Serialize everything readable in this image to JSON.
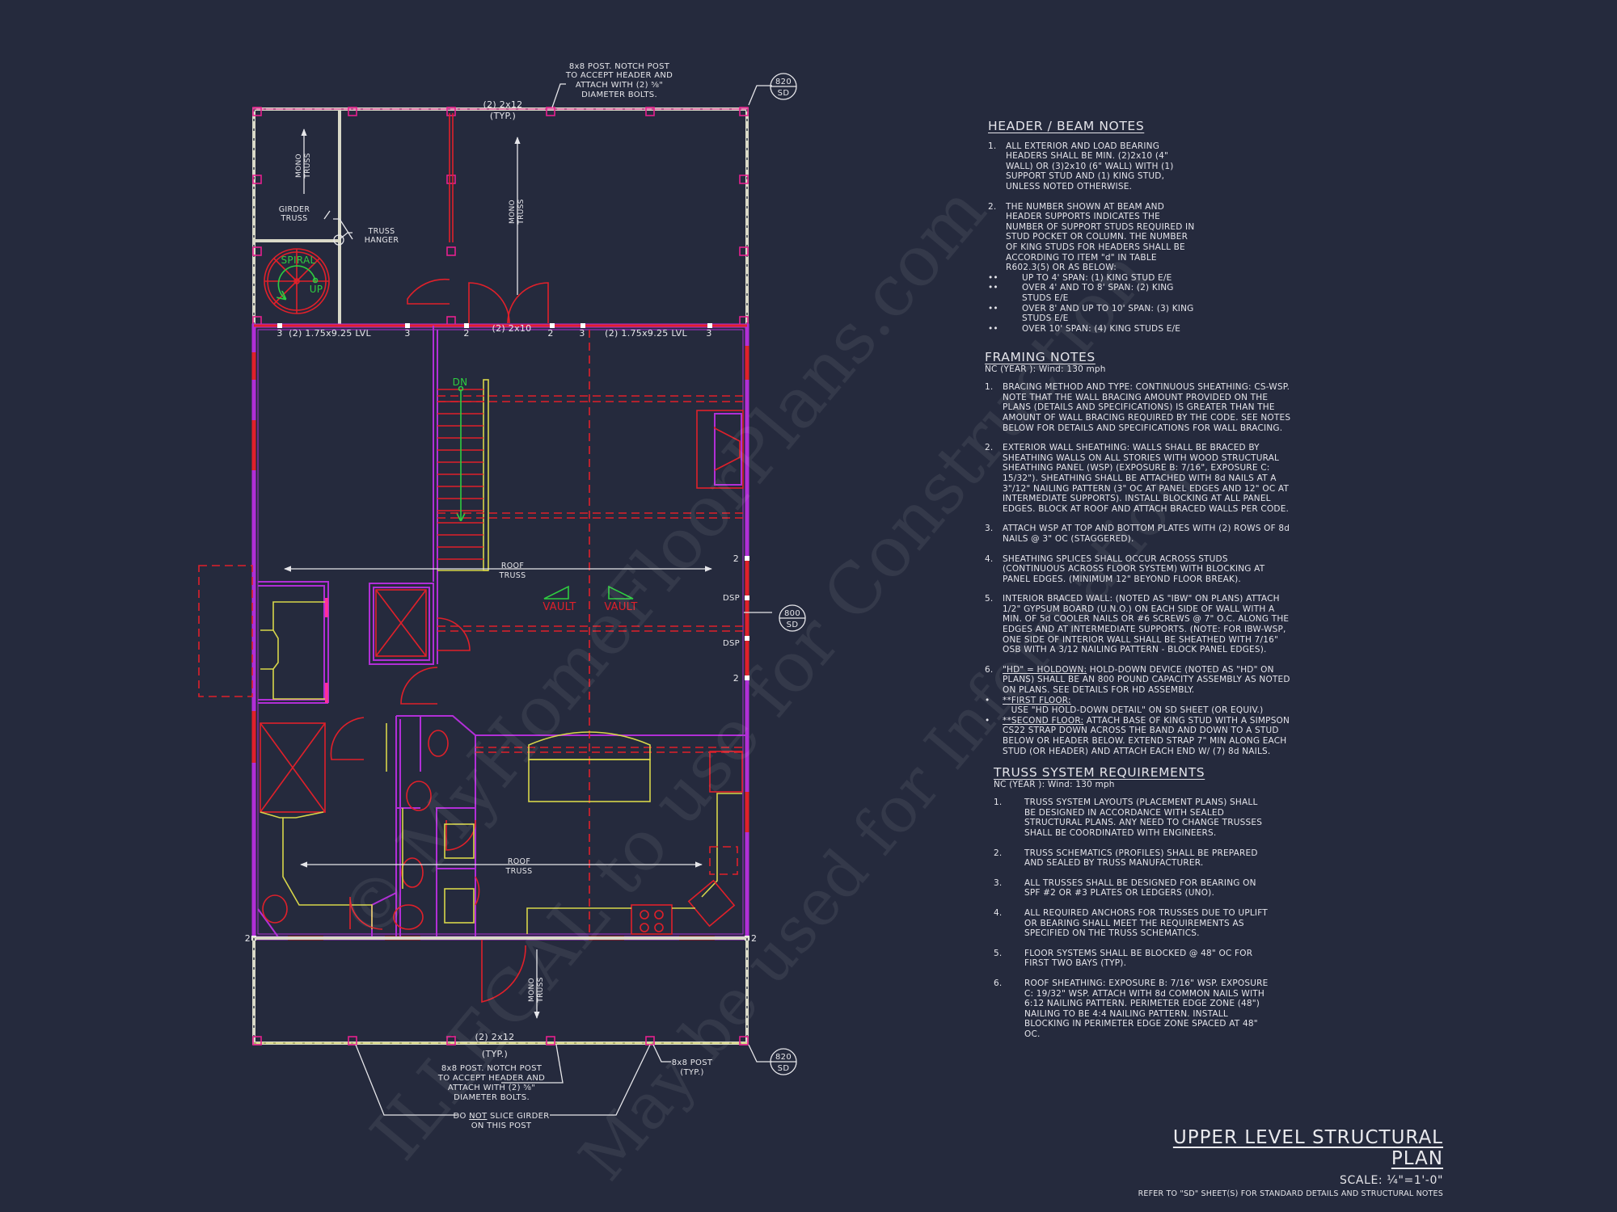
{
  "sheet": {
    "title": "UPPER LEVEL STRUCTURAL PLAN",
    "scale": "SCALE: ¼\"=1'-0\"",
    "reference": "REFER TO \"SD\" SHEET(S) FOR STANDARD DETAILS AND STRUCTURAL NOTES"
  },
  "colors": {
    "background": "#252a3d",
    "wall": "#b12fd6",
    "red": "#e0202a",
    "yellow": "#d7d64a",
    "green": "#2ecc40",
    "white": "#e6e6ea",
    "magenta": "#ff2f9a"
  },
  "plan": {
    "top_beam": {
      "size": "(2) 2x12",
      "typ": "(TYP.)"
    },
    "top_post_note": [
      "8x8 POST. NOTCH POST",
      "TO ACCEPT HEADER AND",
      "ATTACH WITH (2) ⅝\"",
      "DIAMETER BOLTS."
    ],
    "detail_top": {
      "num": "820",
      "sheet": "SD"
    },
    "detail_mid": {
      "num": "800",
      "sheet": "SD"
    },
    "detail_bottom": {
      "num": "820",
      "sheet": "SD"
    },
    "mono_truss": [
      "MONO",
      "TRUSS"
    ],
    "girder_truss": [
      "GIRDER",
      "TRUSS"
    ],
    "truss_hanger": [
      "TRUSS",
      "HANGER"
    ],
    "spiral": "SPIRAL",
    "up": "UP",
    "dn": "DN",
    "headers": {
      "left_lvl": "(2) 1.75x9.25 LVL",
      "center": "(2) 2x10",
      "right_lvl": "(2) 1.75x9.25 LVL"
    },
    "stud_counts": {
      "a": "3",
      "b": "3",
      "c": "2",
      "d": "2",
      "e": "3",
      "f": "3",
      "g": "2",
      "h": "2",
      "i": "2",
      "j": "2"
    },
    "roof_truss": [
      "ROOF",
      "TRUSS"
    ],
    "vault": "VAULT",
    "dsp": "DSP",
    "bottom_beam": {
      "size": "(2) 2x12",
      "typ": "(TYP.)"
    },
    "bottom_post_note": [
      "8x8 POST. NOTCH POST",
      "TO ACCEPT HEADER AND",
      "ATTACH WITH (2) ⅝\"",
      "DIAMETER BOLTS."
    ],
    "post_typ": [
      "8x8 POST",
      "(TYP.)"
    ],
    "no_splice": {
      "pre": "DO ",
      "not": "NOT",
      "post": " SLICE GIRDER",
      "line2": "ON THIS POST"
    }
  },
  "header_beam_notes": {
    "title": "HEADER / BEAM NOTES",
    "items": [
      {
        "num": "1.",
        "text": "ALL EXTERIOR AND LOAD BEARING HEADERS SHALL BE MIN. (2)2x10 (4\" WALL) OR (3)2x10 (6\" WALL) WITH (1) SUPPORT STUD AND (1) KING STUD, UNLESS NOTED OTHERWISE."
      },
      {
        "num": "2.",
        "text": "THE NUMBER SHOWN AT BEAM AND HEADER SUPPORTS INDICATES THE NUMBER OF SUPPORT STUDS REQUIRED IN STUD POCKET OR COLUMN. THE NUMBER OF KING STUDS FOR HEADERS SHALL BE ACCORDING TO ITEM \"d\" IN TABLE R602.3(5) OR AS BELOW:"
      }
    ],
    "bullets": [
      "UP TO 4' SPAN: (1) KING STUD E/E",
      "OVER 4' AND TO 8' SPAN: (2) KING STUDS E/E",
      "OVER 8' AND UP TO 10' SPAN: (3) KING STUDS E/E",
      "OVER 10' SPAN: (4) KING STUDS E/E"
    ],
    "bullet_glyph": "••"
  },
  "framing_notes": {
    "title": "FRAMING NOTES",
    "subtitle": "NC (YEAR ): Wind: 130 mph",
    "items": [
      {
        "num": "1.",
        "text": "BRACING METHOD AND TYPE: CONTINUOUS SHEATHING: CS-WSP. NOTE THAT THE WALL BRACING AMOUNT PROVIDED ON THE PLANS (DETAILS AND SPECIFICATIONS) IS GREATER THAN THE AMOUNT OF WALL BRACING REQUIRED BY THE CODE. SEE NOTES BELOW FOR DETAILS AND SPECIFICATIONS FOR WALL BRACING."
      },
      {
        "num": "2.",
        "text": "EXTERIOR WALL SHEATHING: WALLS SHALL BE BRACED BY SHEATHING WALLS ON ALL STORIES WITH WOOD STRUCTURAL SHEATHING PANEL (WSP) (EXPOSURE B: 7/16\", EXPOSURE C: 15/32\"). SHEATHING SHALL BE ATTACHED WITH 8d NAILS AT A 3\"/12\" NAILING PATTERN (3\" OC AT PANEL EDGES AND 12\" OC AT INTERMEDIATE SUPPORTS). INSTALL BLOCKING AT ALL PANEL EDGES. BLOCK AT ROOF AND ATTACH BRACED WALLS PER CODE."
      },
      {
        "num": "3.",
        "text": "ATTACH WSP AT TOP AND BOTTOM PLATES WITH (2) ROWS OF 8d NAILS @ 3\" OC (STAGGERED)."
      },
      {
        "num": "4.",
        "text": "SHEATHING SPLICES SHALL OCCUR ACROSS STUDS (CONTINUOUS ACROSS FLOOR SYSTEM) WITH BLOCKING AT PANEL EDGES. (MINIMUM 12\" BEYOND FLOOR BREAK)."
      },
      {
        "num": "5.",
        "text": "INTERIOR BRACED WALL: (NOTED AS \"IBW\" ON PLANS) ATTACH 1/2\" GYPSUM BOARD (U.N.O.) ON EACH SIDE OF WALL WITH A MIN. OF 5d COOLER NAILS OR #6 SCREWS @ 7\" O.C. ALONG THE EDGES AND AT INTERMEDIATE SUPPORTS. (NOTE: FOR IBW-WSP, ONE SIDE OF INTERIOR WALL SHALL BE SHEATHED WITH 7/16\" OSB WITH A 3/12 NAILING PATTERN - BLOCK PANEL EDGES)."
      },
      {
        "num": "6.",
        "lead": "\"HD\" = HOLDOWN:",
        "text": " HOLD-DOWN DEVICE (NOTED AS \"HD\" ON PLANS) SHALL BE AN 800 POUND CAPACITY ASSEMBLY AS NOTED ON PLANS. SEE DETAILS FOR HD ASSEMBLY."
      }
    ],
    "bullets": [
      {
        "lead": "**FIRST FLOOR:",
        "text": "   USE \"HD HOLD-DOWN DETAIL\" ON SD SHEET (OR EQUIV.)"
      },
      {
        "lead": "**SECOND FLOOR:",
        "text": " ATTACH BASE OF KING STUD WITH A SIMPSON CS22 STRAP DOWN ACROSS THE BAND AND DOWN TO A STUD BELOW OR HEADER BELOW.  EXTEND STRAP 7\" MIN ALONG EACH STUD (OR HEADER) AND ATTACH EACH END W/ (7) 8d NAILS."
      }
    ],
    "bullet_glyph": "•"
  },
  "truss_requirements": {
    "title": "TRUSS SYSTEM REQUIREMENTS",
    "subtitle": "NC (YEAR ): Wind: 130 mph",
    "items": [
      {
        "num": "1.",
        "text": "TRUSS SYSTEM LAYOUTS (PLACEMENT PLANS)  SHALL BE DESIGNED IN ACCORDANCE WITH SEALED STRUCTURAL PLANS. ANY NEED TO  CHANGE TRUSSES SHALL BE COORDINATED  WITH  ENGINEERS."
      },
      {
        "num": "2.",
        "text": "TRUSS SCHEMATICS (PROFILES) SHALL BE  PREPARED AND SEALED BY TRUSS  MANUFACTURER."
      },
      {
        "num": "3.",
        "text": "ALL TRUSSES SHALL BE DESIGNED FOR  BEARING ON SPF #2 OR #3 PLATES OR LEDGERS  (UNO)."
      },
      {
        "num": "4.",
        "text": "ALL REQUIRED ANCHORS FOR TRUSSES DUE  TO UPLIFT OR BEARING SHALL MEET THE  REQUIREMENTS AS SPECIFIED ON THE TRUSS  SCHEMATICS."
      },
      {
        "num": "5.",
        "text": "FLOOR SYSTEMS SHALL BE BLOCKED @ 48\" OC FOR FIRST TWO BAYS (TYP)."
      },
      {
        "num": "6.",
        "text": "ROOF SHEATHING: EXPOSURE B: 7/16\" WSP. EXPOSURE C: 19/32\" WSP. ATTACH WITH 8d COMMON NAILS WITH 6:12 NAILING PATTERN. PERIMETER EDGE ZONE (48\") NAILING TO BE 4:4 NAILING PATTERN. INSTALL BLOCKING IN PERIMETER EDGE ZONE SPACED AT 48\" OC."
      }
    ]
  },
  "watermark": {
    "line1": "© MyHomeFloorPlans.com",
    "line2": "ILLEGAL to use for Construction",
    "line3": "May be used for Information"
  }
}
